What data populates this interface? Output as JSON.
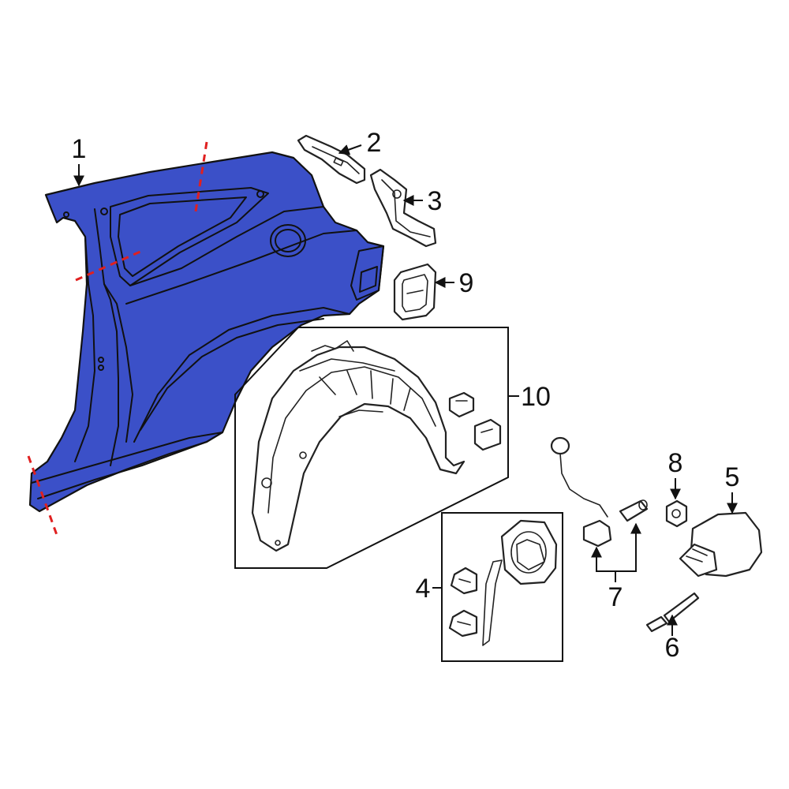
{
  "colors": {
    "highlight": "#3b50c8",
    "cut_line": "#e02020",
    "line": "#111111",
    "background": "#ffffff"
  },
  "callouts": {
    "c1": "1",
    "c2": "2",
    "c3": "3",
    "c4": "4",
    "c5": "5",
    "c6": "6",
    "c7": "7",
    "c8": "8",
    "c9": "9",
    "c10": "10"
  }
}
